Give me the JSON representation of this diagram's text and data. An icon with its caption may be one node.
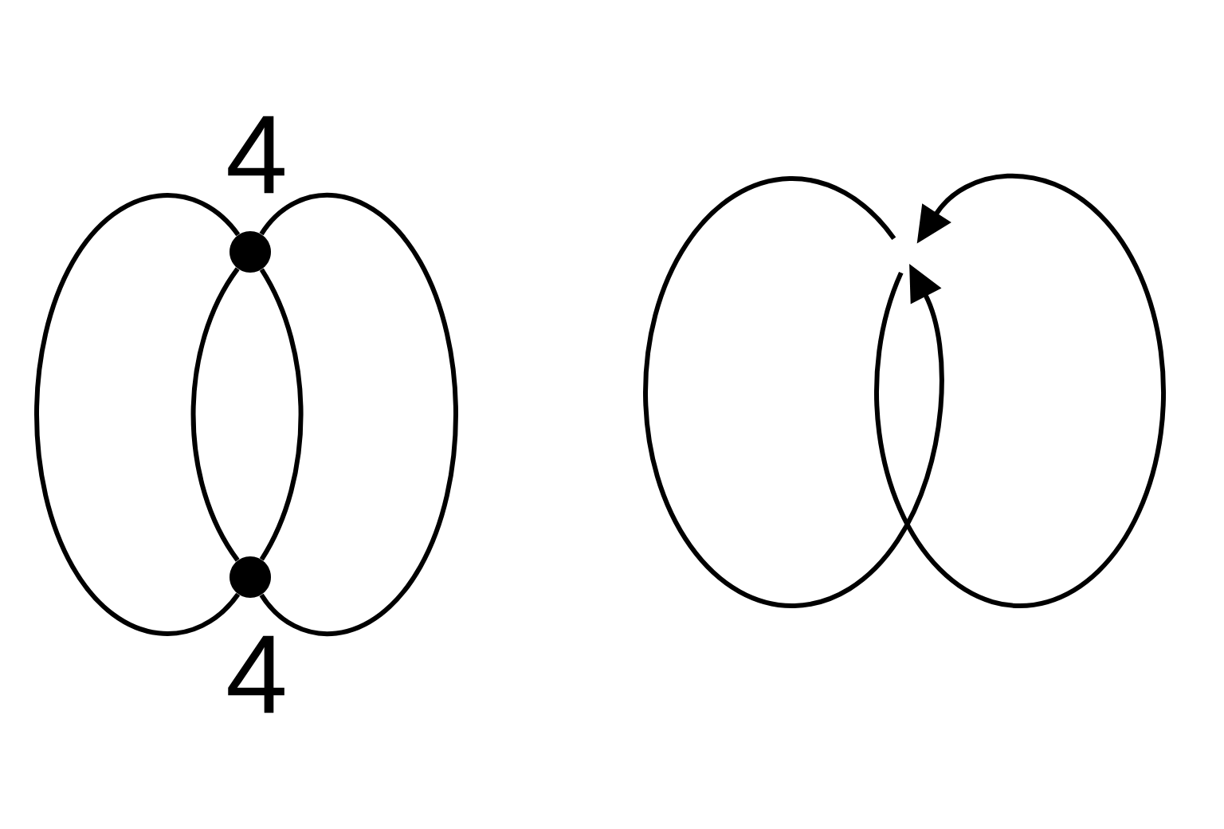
{
  "diagram": {
    "nodes": [
      {
        "text": [],
        "shape": "circle",
        "beside": [
          "4"
        ]
      },
      {
        "text": [],
        "shape": "circle",
        "beside": [
          "4"
        ]
      }
    ],
    "edges": [
      {
        "from": 0,
        "to": 1,
        "arrow": "none"
      },
      {
        "from": 0,
        "to": 1,
        "arrow": "none"
      },
      {
        "from": 0,
        "to": 1,
        "arrow": "none"
      },
      {
        "from": 0,
        "to": 1,
        "arrow": "none"
      }
    ]
  }
}
